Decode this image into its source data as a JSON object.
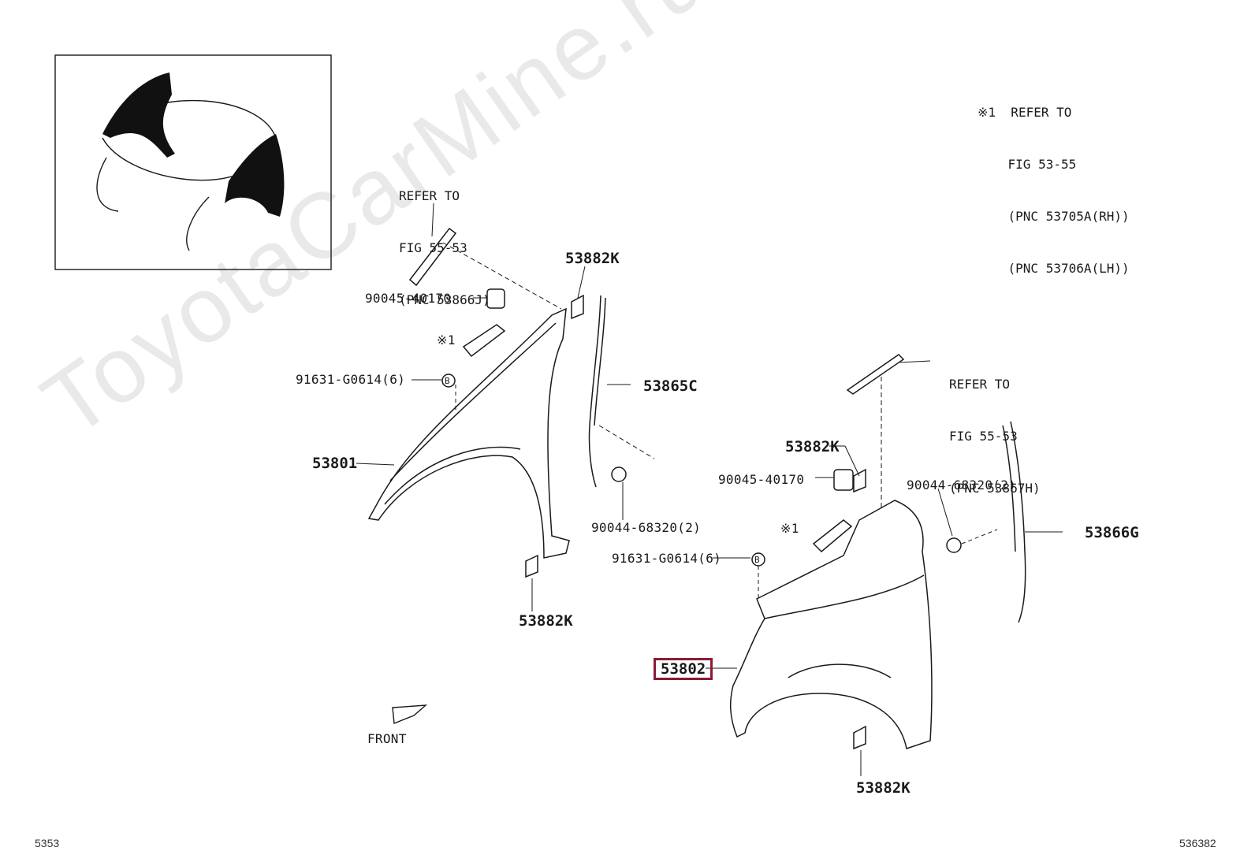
{
  "watermark": "ToyotaCarMine.ru",
  "notes": {
    "top_right": [
      "※1  REFER TO",
      "    FIG 53-55",
      "    (PNC 53705A(RH))",
      "    (PNC 53706A(LH))"
    ],
    "refer_left": [
      "REFER TO",
      "FIG 55-53",
      "(PNC 53866J)"
    ],
    "refer_right": [
      "REFER TO",
      "FIG 55-53",
      "(PNC 53867H)"
    ]
  },
  "labels": {
    "l_53882k_top": "53882K",
    "l_90045": "90045-40170",
    "l_note1": "※1",
    "l_91631": "91631-G0614(6)",
    "l_53865c": "53865C",
    "l_53801": "53801",
    "l_90044": "90044-68320(2)",
    "l_53882k_bottom": "53882K",
    "r_53882k_top": "53882K",
    "r_90045": "90045-40170",
    "r_note1": "※1",
    "r_91631": "91631-G0614(6)",
    "r_90044": "90044-68320(2)",
    "r_53866g": "53866G",
    "r_53802": "53802",
    "r_53882k_bottom": "53882K",
    "front": "FRONT",
    "bolt_symbol": "B"
  },
  "highlight_color": "#8b1a35",
  "footer": {
    "left": "5353",
    "right": "536382"
  }
}
